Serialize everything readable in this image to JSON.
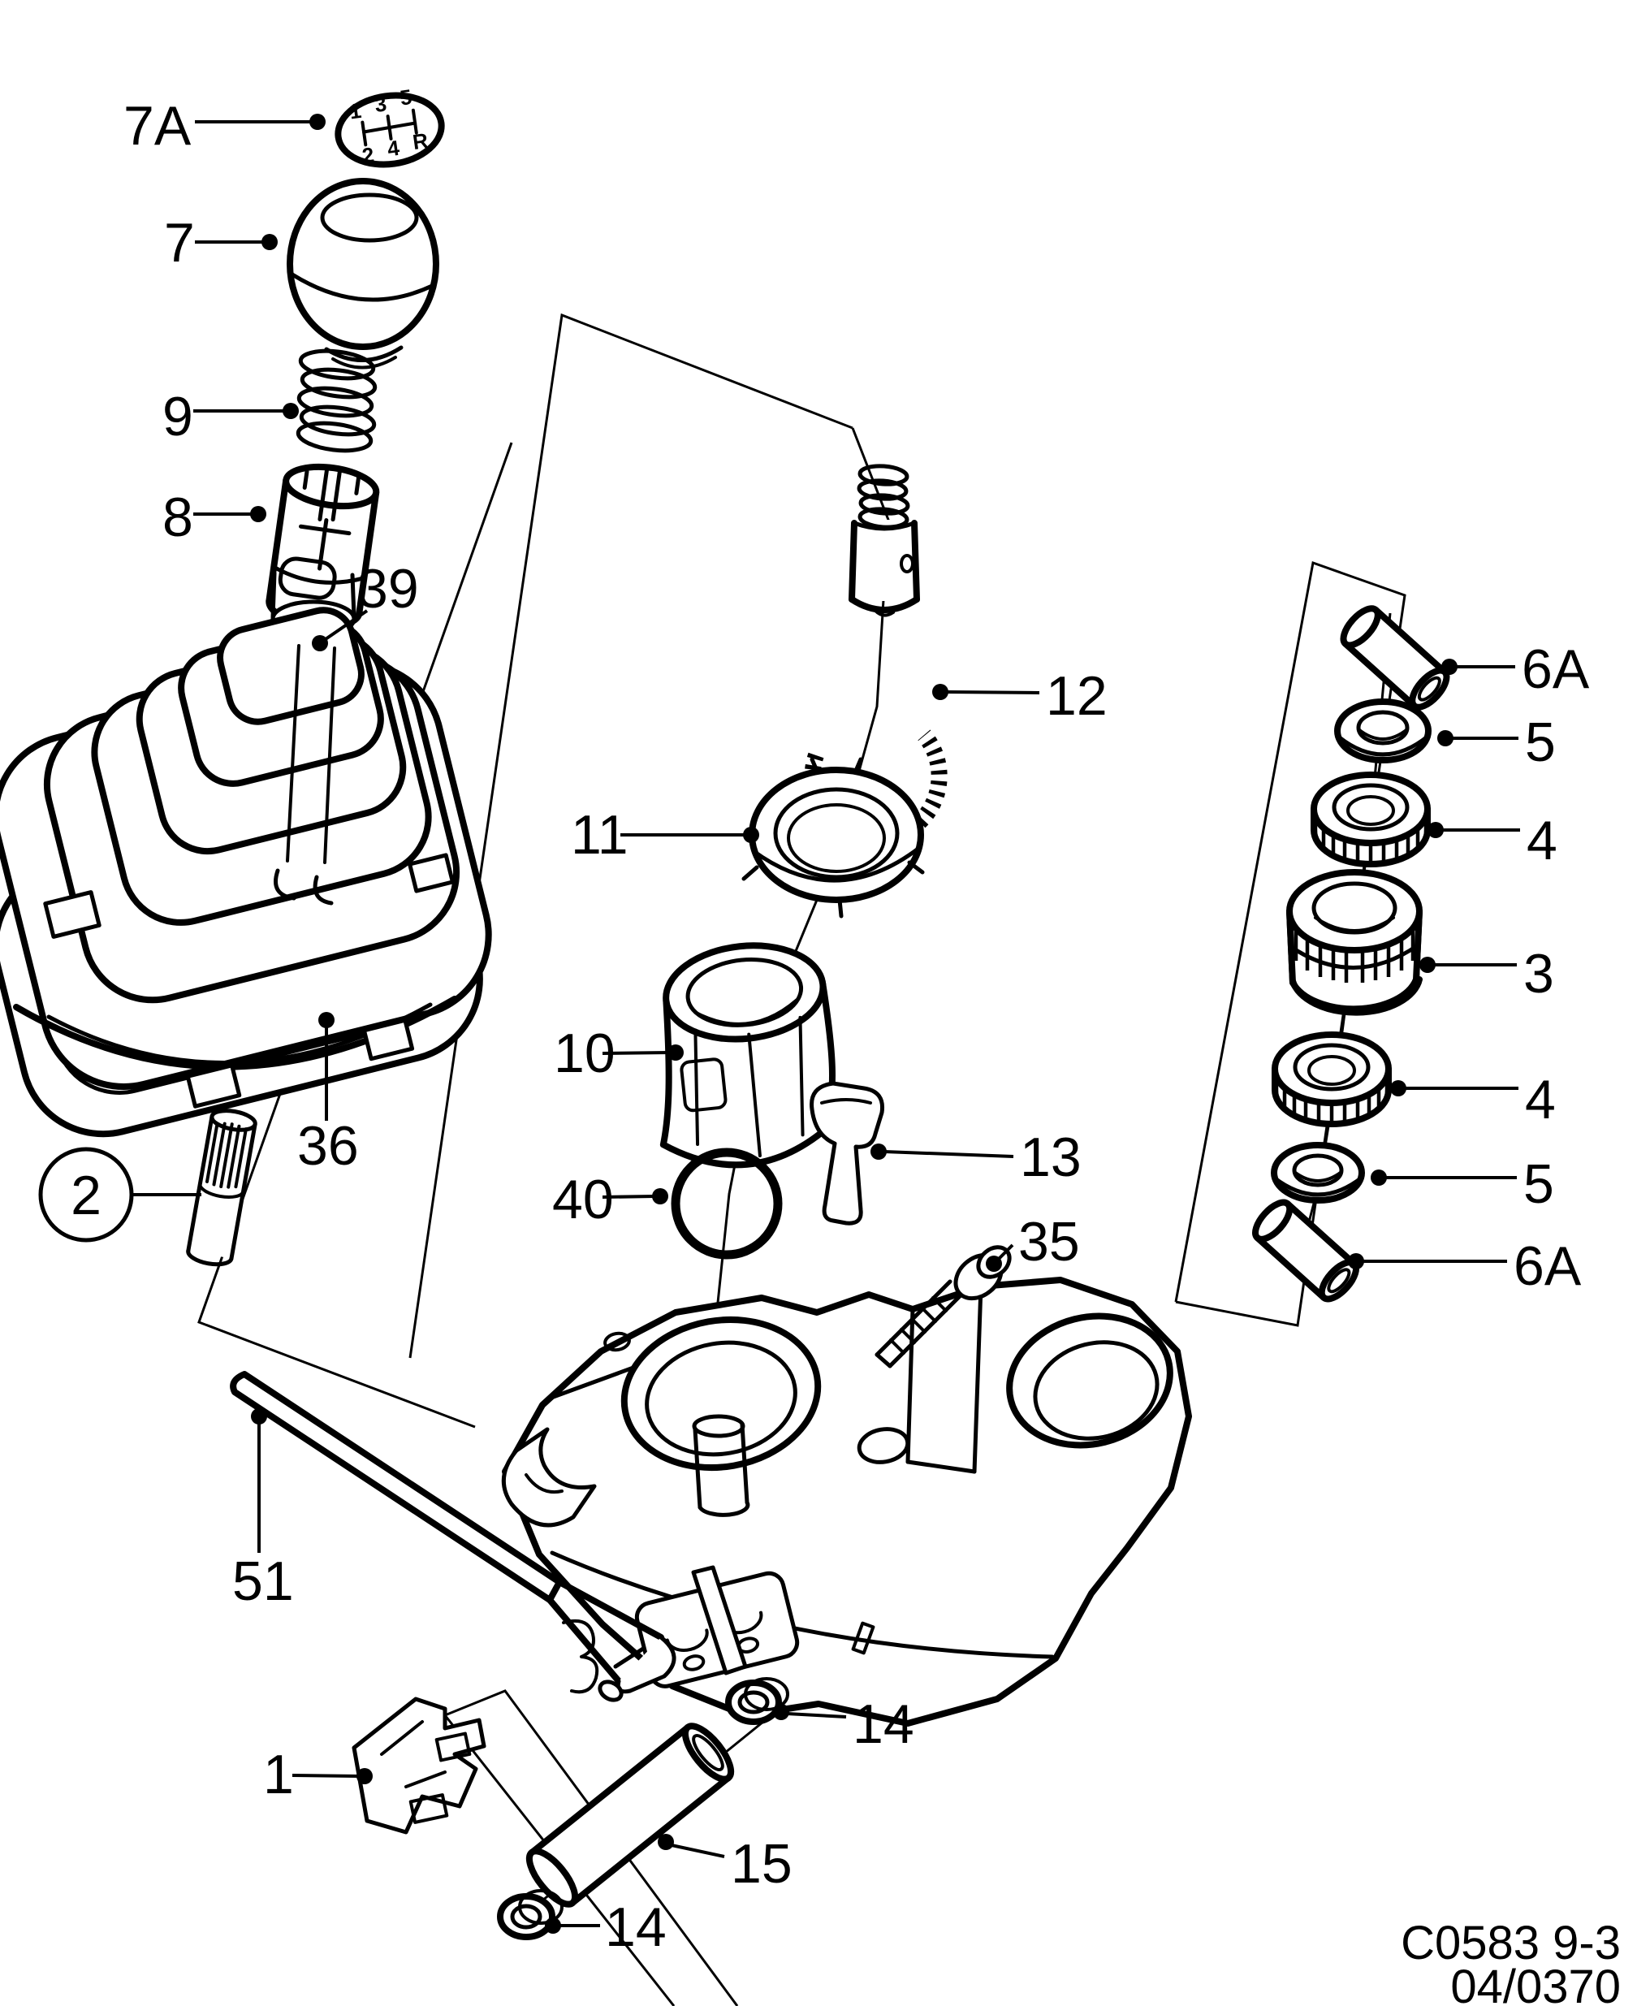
{
  "diagram": {
    "figure_code": "C0583 9-3",
    "issue_code": "04/0370",
    "ink_color": "#000000",
    "paper_color": "#ffffff",
    "shift_pattern_digits": [
      "1",
      "3",
      "5",
      "2",
      "4",
      "R"
    ],
    "callouts": [
      {
        "id": "7A",
        "label": "7A"
      },
      {
        "id": "7",
        "label": "7"
      },
      {
        "id": "9",
        "label": "9"
      },
      {
        "id": "8",
        "label": "8"
      },
      {
        "id": "39",
        "label": "39"
      },
      {
        "id": "2",
        "label": "2",
        "circled": true
      },
      {
        "id": "36",
        "label": "36"
      },
      {
        "id": "51",
        "label": "51"
      },
      {
        "id": "1",
        "label": "1"
      },
      {
        "id": "11",
        "label": "11"
      },
      {
        "id": "10",
        "label": "10"
      },
      {
        "id": "40",
        "label": "40"
      },
      {
        "id": "12",
        "label": "12"
      },
      {
        "id": "13",
        "label": "13"
      },
      {
        "id": "35",
        "label": "35"
      },
      {
        "id": "14-upper",
        "label": "14"
      },
      {
        "id": "15",
        "label": "15"
      },
      {
        "id": "14-lower",
        "label": "14"
      },
      {
        "id": "6A-top",
        "label": "6A"
      },
      {
        "id": "5-top",
        "label": "5"
      },
      {
        "id": "4-top",
        "label": "4"
      },
      {
        "id": "3",
        "label": "3"
      },
      {
        "id": "4-bottom",
        "label": "4"
      },
      {
        "id": "5-bottom",
        "label": "5"
      },
      {
        "id": "6A-bottom",
        "label": "6A"
      }
    ]
  }
}
